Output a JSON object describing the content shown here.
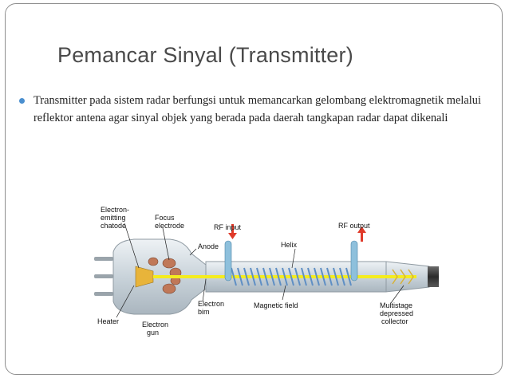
{
  "slide": {
    "title": "Pemancar Sinyal (Transmitter)",
    "bullet": "Transmitter pada sistem radar berfungsi untuk memancarkan gelombang elektromagnetik melalui reflektor antena agar sinyal objek yang berada pada daerah tangkapan radar dapat dikenali"
  },
  "diagram": {
    "labels": {
      "electron_emitting_1": "Electron-",
      "electron_emitting_2": "emitting",
      "electron_emitting_3": "chatode",
      "focus_1": "Focus",
      "focus_2": "electrode",
      "anode": "Anode",
      "rf_input": "RF input",
      "helix": "Helix",
      "rf_output": "RF output",
      "heater": "Heater",
      "electron_bim_1": "Electron",
      "electron_bim_2": "bim",
      "magnetic_field": "Magnetic field",
      "electron_gun_1": "Electron",
      "electron_gun_2": "gun",
      "collector_1": "Multistage",
      "collector_2": "depressed",
      "collector_3": "collector"
    },
    "colors": {
      "tube": "#c9d3da",
      "beam": "#f4ec1e",
      "helix": "#5f8fc4",
      "arrow": "#e03a2a",
      "electrode": "#c07858"
    }
  }
}
